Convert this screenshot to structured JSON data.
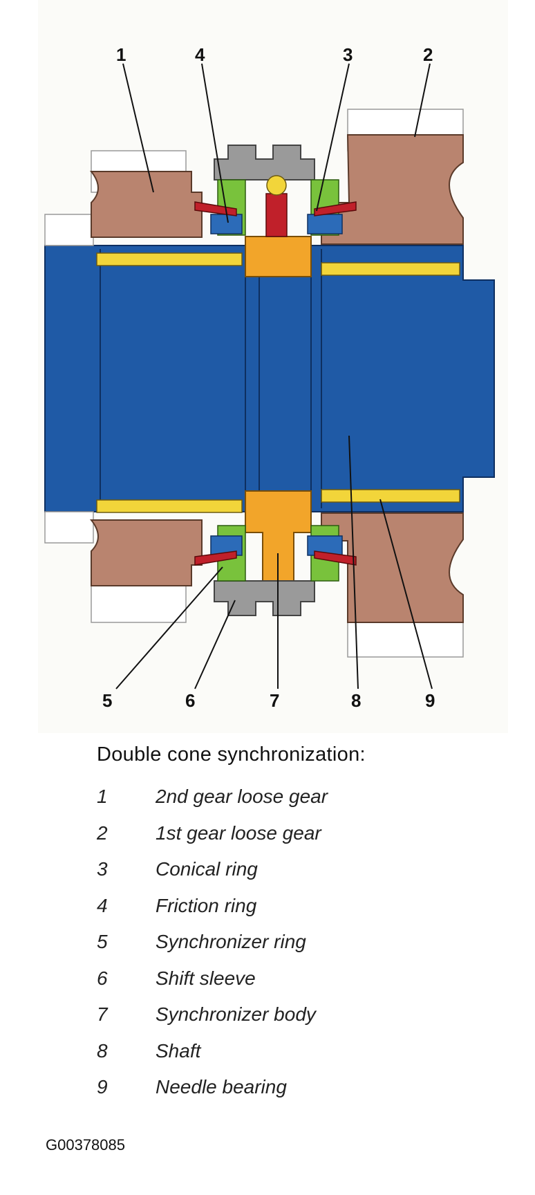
{
  "callouts": [
    "1",
    "4",
    "3",
    "2",
    "5",
    "6",
    "7",
    "8",
    "9"
  ],
  "legend": {
    "title": "Double cone synchronization:",
    "items": [
      {
        "num": "1",
        "text": "2nd gear loose gear"
      },
      {
        "num": "2",
        "text": "1st gear loose gear"
      },
      {
        "num": "3",
        "text": "Conical ring"
      },
      {
        "num": "4",
        "text": "Friction ring"
      },
      {
        "num": "5",
        "text": "Synchronizer ring"
      },
      {
        "num": "6",
        "text": "Shift sleeve"
      },
      {
        "num": "7",
        "text": "Synchronizer body"
      },
      {
        "num": "8",
        "text": "Shaft"
      },
      {
        "num": "9",
        "text": "Needle bearing"
      }
    ]
  },
  "figure_id": "G00378085",
  "colors": {
    "shaft": "#1f5aa6",
    "gear": "#b9846f",
    "bearing": "#f2d53a",
    "sync_body": "#f2a52a",
    "sleeve": "#9a9a9a",
    "friction_ring": "#c0202a",
    "synchronizer_ring": "#79c23c",
    "conical_ring": "#2c6bb8"
  }
}
